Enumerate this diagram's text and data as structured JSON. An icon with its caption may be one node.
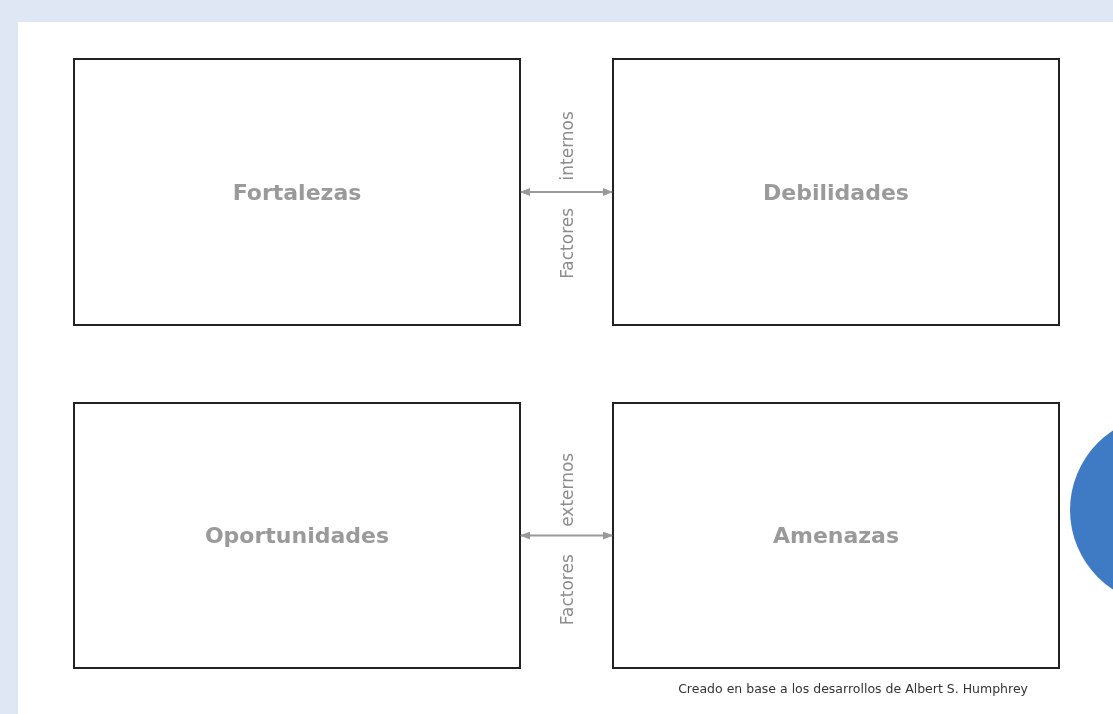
{
  "diagram": {
    "caption": "Creado en base a los desarrollos de Albert S. Humphrey",
    "nodes": [
      {
        "text": [
          "Fortalezas"
        ]
      },
      {
        "text": [
          "Debilidades"
        ]
      },
      {
        "text": [
          "Oportunidades"
        ]
      },
      {
        "text": [
          "Amenazas"
        ]
      }
    ],
    "edges": [
      {
        "from": 0,
        "to": 1,
        "arrow": "both",
        "label": "Factores internos"
      },
      {
        "from": 2,
        "to": 3,
        "arrow": "both",
        "label": "Factores externos"
      }
    ]
  }
}
